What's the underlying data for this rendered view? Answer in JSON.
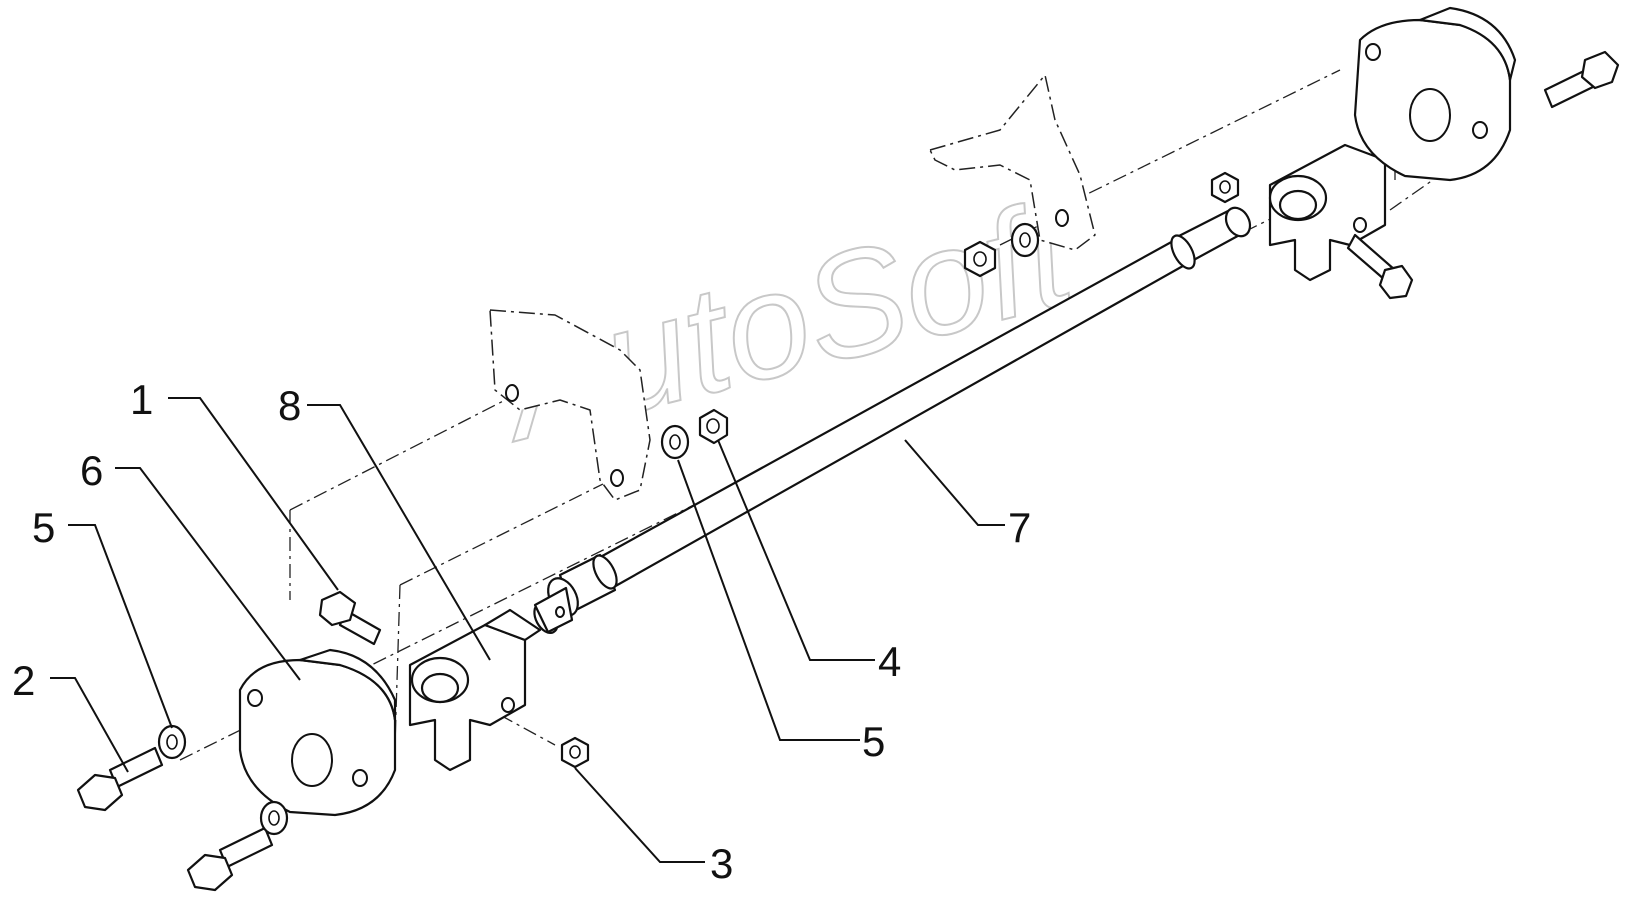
{
  "watermark": "AutoSoft",
  "callouts": [
    {
      "id": "1",
      "label": "1"
    },
    {
      "id": "8",
      "label": "8"
    },
    {
      "id": "6",
      "label": "6"
    },
    {
      "id": "5a",
      "label": "5"
    },
    {
      "id": "2",
      "label": "2"
    },
    {
      "id": "7",
      "label": "7"
    },
    {
      "id": "4",
      "label": "4"
    },
    {
      "id": "5b",
      "label": "5"
    },
    {
      "id": "3",
      "label": "3"
    }
  ]
}
